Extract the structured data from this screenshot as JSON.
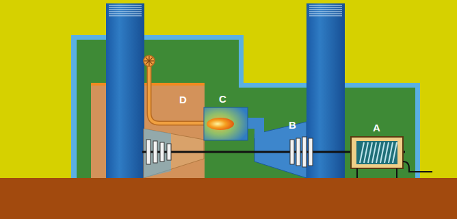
{
  "diagram": {
    "labels": [
      "D",
      "C",
      "B",
      "A"
    ]
  }
}
